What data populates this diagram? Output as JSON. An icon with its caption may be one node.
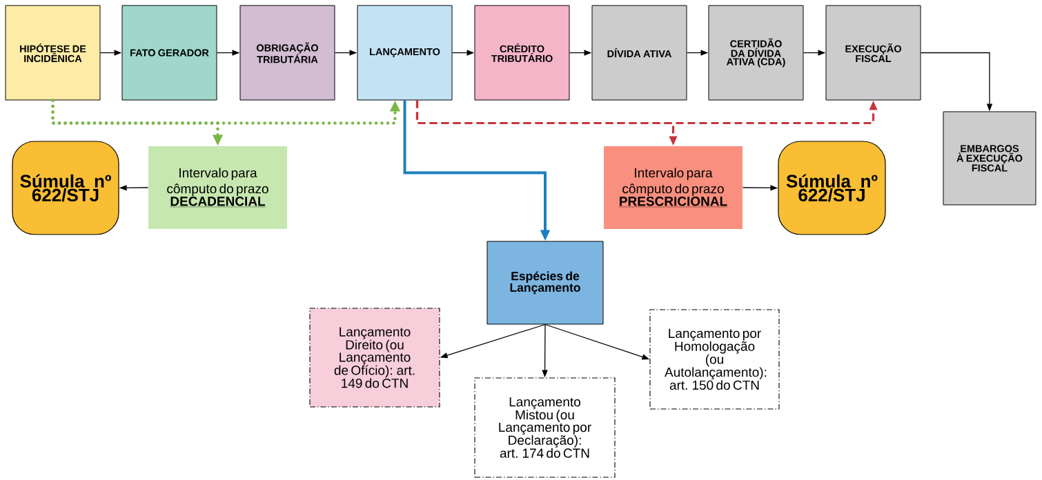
{
  "diagram": {
    "nodes": [
      {
        "text": [
          "HIPÓTESE DE INCIDÊNICA"
        ]
      },
      {
        "text": [
          "FATO GERADOR"
        ]
      },
      {
        "text": [
          "OBRIGAÇÃO TRIBUTÁRIA"
        ]
      },
      {
        "text": [
          "LANÇAMENTO"
        ]
      },
      {
        "text": [
          "CRÉDITO TRIBUTÁRIO"
        ]
      },
      {
        "text": [
          "DÍVIDA ATIVA"
        ]
      },
      {
        "text": [
          "CERTIDÃO DA DÍVIDA ATIVA (CDA)"
        ]
      },
      {
        "text": [
          "EXECUÇÃO FISCAL"
        ]
      },
      {
        "text": [
          "EMBARGOS À EXECUÇÃO FISCAL"
        ]
      },
      {
        "text": [
          "Súmula nº 622/STJ"
        ]
      },
      {
        "text": [
          "Intervalo para cômputo do prazo",
          "DECADENCIAL"
        ]
      },
      {
        "text": [
          "Intervalo para cômputo do prazo",
          "PRESCRICIONAL"
        ]
      },
      {
        "text": [
          "Súmula nº 622/STJ"
        ]
      },
      {
        "text": [
          "Espécies de Lançamento"
        ]
      },
      {
        "text": [
          "Lançamento Direito (ou Lançamento de Ofício): art. 149 do CTN"
        ]
      },
      {
        "text": [
          "Lançamento Mistou (ou Lançamento por Declaração): art. 174 do CTN"
        ]
      },
      {
        "text": [
          "Lançamento por Homologação (ou Autolançamento): art. 150 do CTN"
        ]
      }
    ],
    "edges": [
      {
        "from": 0,
        "to": 1,
        "arrow": "to"
      },
      {
        "from": 1,
        "to": 2,
        "arrow": "to"
      },
      {
        "from": 2,
        "to": 3,
        "arrow": "to"
      },
      {
        "from": 3,
        "to": 4,
        "arrow": "to"
      },
      {
        "from": 4,
        "to": 5,
        "arrow": "to"
      },
      {
        "from": 5,
        "to": 6,
        "arrow": "to"
      },
      {
        "from": 6,
        "to": 7,
        "arrow": "to"
      },
      {
        "from": 7,
        "to": 8,
        "arrow": "to"
      },
      {
        "from": 0,
        "to": 3,
        "arrow": "to",
        "style": "dashed",
        "color": "#7ab648"
      },
      {
        "from": 0,
        "to": 10,
        "arrow": "to",
        "style": "dashed",
        "color": "#7ab648"
      },
      {
        "from": 3,
        "to": 7,
        "arrow": "to",
        "style": "dashed",
        "color": "#c7343e"
      },
      {
        "from": 3,
        "to": 11,
        "arrow": "to",
        "style": "dashed",
        "color": "#c7343e"
      },
      {
        "from": 3,
        "to": 13,
        "arrow": "to",
        "style": "thick",
        "color": "#1a80bd"
      },
      {
        "from": 10,
        "to": 9,
        "arrow": "to"
      },
      {
        "from": 11,
        "to": 12,
        "arrow": "to"
      },
      {
        "from": 13,
        "to": 14,
        "arrow": "to"
      },
      {
        "from": 13,
        "to": 15,
        "arrow": "to"
      },
      {
        "from": 13,
        "to": 16,
        "arrow": "to"
      }
    ]
  }
}
